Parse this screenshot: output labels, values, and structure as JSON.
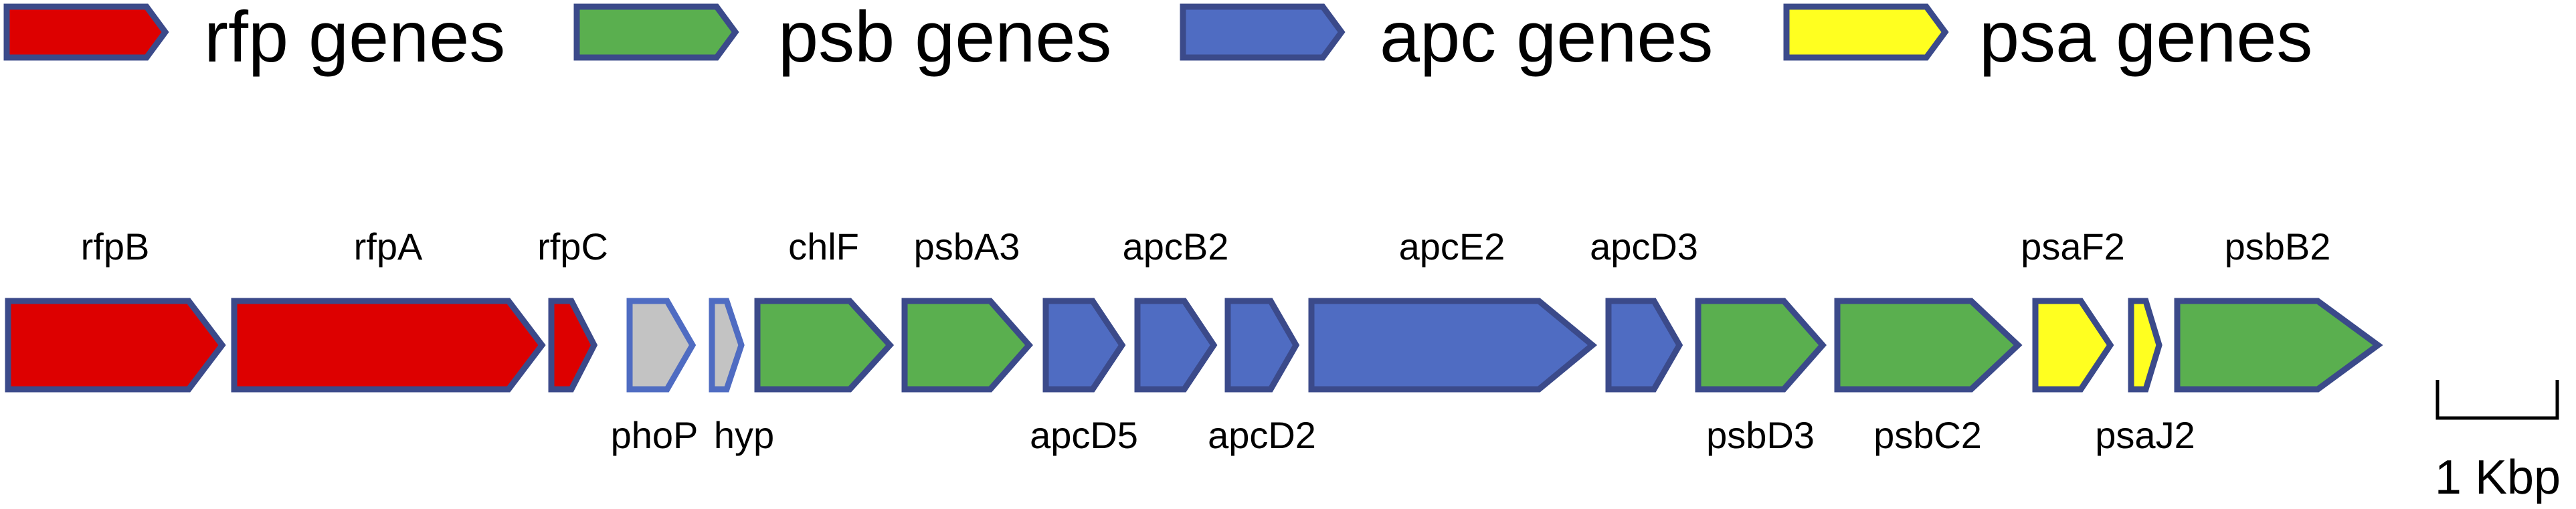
{
  "categories": {
    "rfp": {
      "label": "rfp genes",
      "fill": "#DD0000",
      "stroke": "#3B4A8A"
    },
    "psb": {
      "label": "psb genes",
      "fill": "#5AAF4F",
      "stroke": "#3B4A8A"
    },
    "apc": {
      "label": "apc genes",
      "fill": "#4F6CC2",
      "stroke": "#3B4A8A"
    },
    "psa": {
      "label": "psa genes",
      "fill": "#FFFF20",
      "stroke": "#3B4A8A"
    },
    "other": {
      "label": "",
      "fill": "#C3C3C3",
      "stroke": "#4F6CC2"
    }
  },
  "legend_order": [
    "rfp",
    "psb",
    "apc",
    "psa"
  ],
  "genes": [
    {
      "name": "rfpB",
      "category": "rfp",
      "label_pos": "above"
    },
    {
      "name": "rfpA",
      "category": "rfp",
      "label_pos": "above"
    },
    {
      "name": "rfpC",
      "category": "rfp",
      "label_pos": "above"
    },
    {
      "name": "phoP",
      "category": "other",
      "label_pos": "below"
    },
    {
      "name": "hyp",
      "category": "other",
      "label_pos": "below"
    },
    {
      "name": "chlF",
      "category": "psb",
      "label_pos": "above"
    },
    {
      "name": "psbA3",
      "category": "psb",
      "label_pos": "above"
    },
    {
      "name": "apcD5",
      "category": "apc",
      "label_pos": "below"
    },
    {
      "name": "apcB2",
      "category": "apc",
      "label_pos": "above"
    },
    {
      "name": "apcD2",
      "category": "apc",
      "label_pos": "below"
    },
    {
      "name": "apcE2",
      "category": "apc",
      "label_pos": "above"
    },
    {
      "name": "apcD3",
      "category": "apc",
      "label_pos": "above"
    },
    {
      "name": "psbD3",
      "category": "psb",
      "label_pos": "below"
    },
    {
      "name": "psbC2",
      "category": "psb",
      "label_pos": "below"
    },
    {
      "name": "psaF2",
      "category": "psa",
      "label_pos": "above"
    },
    {
      "name": "psaJ2",
      "category": "psa",
      "label_pos": "below"
    },
    {
      "name": "psbB2",
      "category": "psb",
      "label_pos": "above"
    }
  ],
  "scale_bar": {
    "label": "1 Kbp"
  }
}
